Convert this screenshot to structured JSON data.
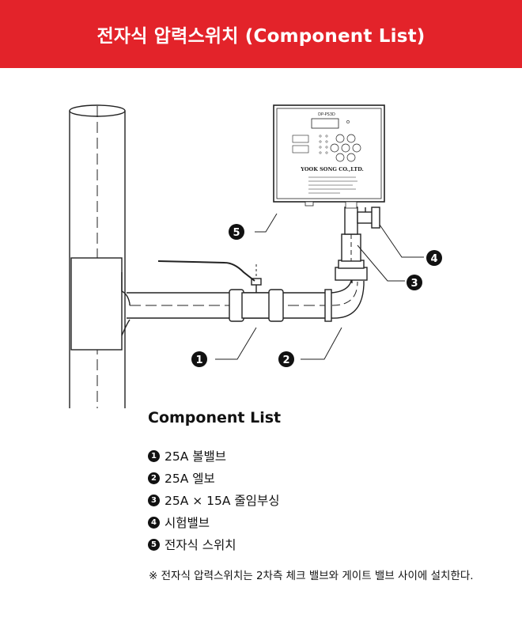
{
  "header": {
    "title": "전자식 압력스위치 (Component List)",
    "background_color": "#e3232a"
  },
  "device": {
    "model": "DP-PS3D",
    "brand": "YOOK SONG CO.,LTD."
  },
  "callouts": [
    "1",
    "2",
    "3",
    "4",
    "5"
  ],
  "component_list": {
    "heading": "Component List",
    "items": [
      {
        "number": "1",
        "label": "25A 볼밸브"
      },
      {
        "number": "2",
        "label": "25A 엘보"
      },
      {
        "number": "3",
        "label": "25A × 15A 줄임부싱"
      },
      {
        "number": "4",
        "label": "시험밸브"
      },
      {
        "number": "5",
        "label": "전자식 스위치"
      }
    ]
  },
  "note": "※ 전자식 압력스위치는 2차측 체크 밸브와 게이트 밸브 사이에 설치한다."
}
